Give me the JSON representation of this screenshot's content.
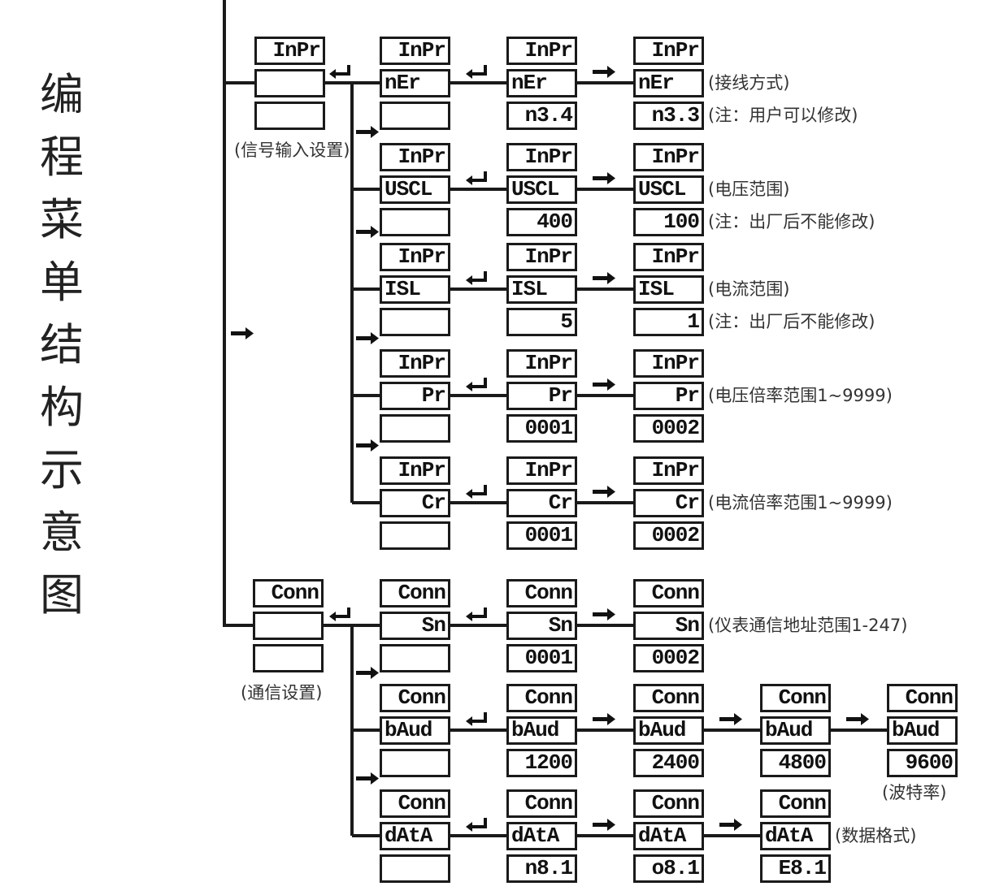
{
  "title": "编程菜单结构示意图",
  "menus": [
    {
      "id": "inpr",
      "label": "(信号输入设置)",
      "root": [
        "InPr",
        "",
        ""
      ],
      "rows": [
        {
          "displays": [
            [
              "InPr",
              "nEr",
              ""
            ],
            [
              "InPr",
              "nEr",
              "n3.4"
            ],
            [
              "InPr",
              "nEr",
              "n3.3"
            ]
          ],
          "arrows": [
            "enter",
            "next"
          ],
          "notes": [
            "(接线方式)",
            "(注：用户可以修改)"
          ]
        },
        {
          "displays": [
            [
              "InPr",
              "USCL",
              ""
            ],
            [
              "InPr",
              "USCL",
              "400"
            ],
            [
              "InPr",
              "USCL",
              "100"
            ]
          ],
          "arrows": [
            "enter",
            "next"
          ],
          "notes": [
            "(电压范围)",
            "(注：出厂后不能修改)"
          ]
        },
        {
          "displays": [
            [
              "InPr",
              "ISL",
              ""
            ],
            [
              "InPr",
              "ISL",
              "5"
            ],
            [
              "InPr",
              "ISL",
              "1"
            ]
          ],
          "arrows": [
            "enter",
            "next"
          ],
          "notes": [
            "(电流范围)",
            "(注：出厂后不能修改)"
          ]
        },
        {
          "displays": [
            [
              "InPr",
              "Pr",
              ""
            ],
            [
              "InPr",
              "Pr",
              "0001"
            ],
            [
              "InPr",
              "Pr",
              "0002"
            ]
          ],
          "arrows": [
            "enter",
            "next"
          ],
          "notes": [
            "(电压倍率范围1~9999)"
          ]
        },
        {
          "displays": [
            [
              "InPr",
              "Cr",
              ""
            ],
            [
              "InPr",
              "Cr",
              "0001"
            ],
            [
              "InPr",
              "Cr",
              "0002"
            ]
          ],
          "arrows": [
            "enter",
            "next"
          ],
          "notes": [
            "(电流倍率范围1~9999)"
          ]
        }
      ]
    },
    {
      "id": "conn",
      "label": "(通信设置)",
      "root": [
        "Conn",
        "",
        ""
      ],
      "rows": [
        {
          "displays": [
            [
              "Conn",
              "Sn",
              ""
            ],
            [
              "Conn",
              "Sn",
              "0001"
            ],
            [
              "Conn",
              "Sn",
              "0002"
            ]
          ],
          "arrows": [
            "enter",
            "next"
          ],
          "notes": [
            "(仪表通信地址范围1-247)"
          ]
        },
        {
          "displays": [
            [
              "Conn",
              "bAud",
              ""
            ],
            [
              "Conn",
              "bAud",
              "1200"
            ],
            [
              "Conn",
              "bAud",
              "2400"
            ],
            [
              "Conn",
              "bAud",
              "4800"
            ],
            [
              "Conn",
              "bAud",
              "9600"
            ]
          ],
          "arrows": [
            "enter",
            "next",
            "next",
            "next"
          ],
          "notes": [
            "(波特率)"
          ]
        },
        {
          "displays": [
            [
              "Conn",
              "dAtA",
              ""
            ],
            [
              "Conn",
              "dAtA",
              "n8.1"
            ],
            [
              "Conn",
              "dAtA",
              "o8.1"
            ],
            [
              "Conn",
              "dAtA",
              "E8.1"
            ]
          ],
          "arrows": [
            "enter",
            "next",
            "next"
          ],
          "notes": [
            "(数据格式)"
          ]
        }
      ]
    }
  ]
}
